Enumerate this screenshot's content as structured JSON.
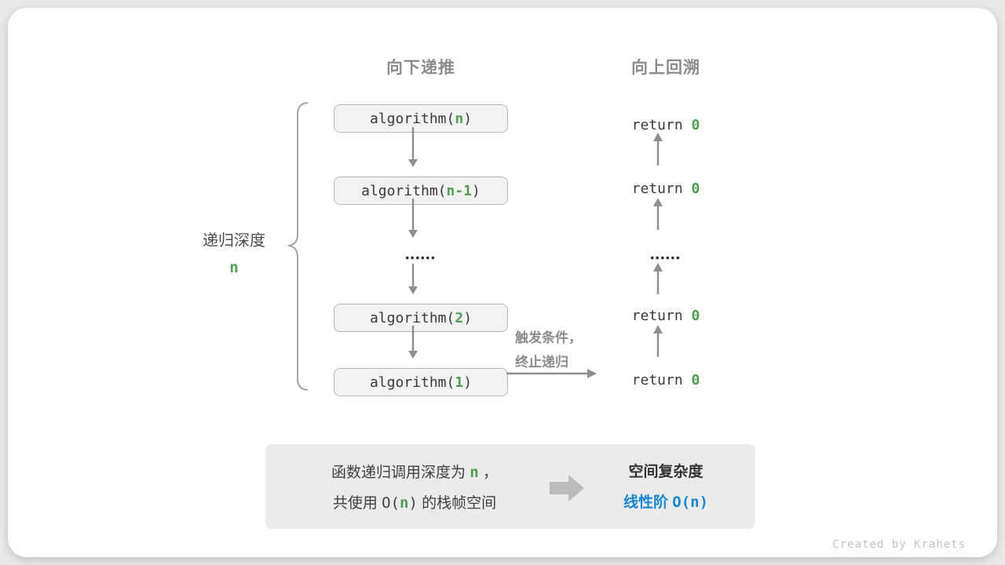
{
  "colors": {
    "green": "#4d9e4f",
    "blue": "#1786d1",
    "arrow": "#8f8f8f",
    "box_fill": "#f2f2f2",
    "box_border": "#b9b9b9",
    "summary_fill": "#ebebeb",
    "header_gray": "#8c8c8c"
  },
  "headers": {
    "recurse_down": "向下递推",
    "backtrack_up": "向上回溯"
  },
  "depth_brace": {
    "label": "递归深度",
    "value": "n"
  },
  "call_boxes": [
    {
      "prefix": "algorithm(",
      "arg": "n",
      "suffix": ")"
    },
    {
      "prefix": "algorithm(",
      "arg": "n-1",
      "suffix": ")"
    },
    {
      "prefix": "algorithm(",
      "arg": "2",
      "suffix": ")"
    },
    {
      "prefix": "algorithm(",
      "arg": "1",
      "suffix": ")"
    }
  ],
  "ellipsis": "••••••",
  "returns": [
    {
      "prefix": "return ",
      "value": "0"
    },
    {
      "prefix": "return ",
      "value": "0"
    },
    {
      "prefix": "return ",
      "value": "0"
    },
    {
      "prefix": "return ",
      "value": "0"
    }
  ],
  "trigger_note": {
    "line1": "触发条件，",
    "line2": "终止递归"
  },
  "summary": {
    "line1": {
      "prefix": "函数递归调用深度为 ",
      "value": "n",
      "suffix": " ，"
    },
    "line2": {
      "prefix": "共使用 ",
      "code_prefix": "O(",
      "value": "n",
      "code_suffix": ")",
      "suffix": " 的栈帧空间"
    },
    "result_title": "空间复杂度",
    "result_label": "线性阶 ",
    "result_code": "O(n)"
  },
  "credit": "Created by Krahets"
}
